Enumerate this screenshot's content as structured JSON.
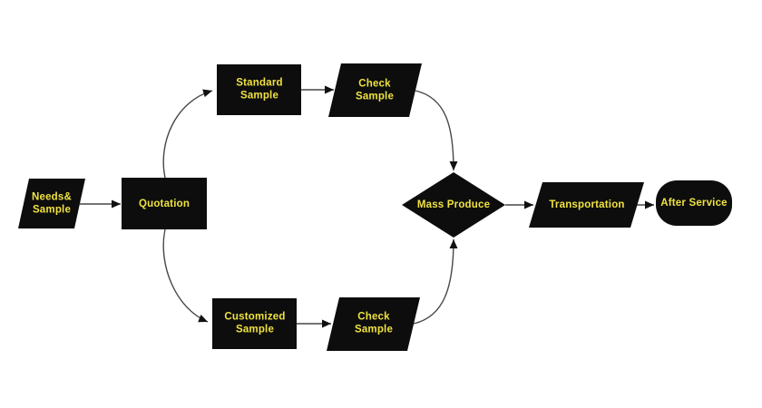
{
  "colors": {
    "background": "#ffffff",
    "node_fill": "#0d0d0d",
    "node_text": "#f0e23f",
    "edge": "#474747",
    "arrowhead": "#111111"
  },
  "nodes": {
    "needs_sample": {
      "label": "Needs&\nSample",
      "shape": "parallelogram"
    },
    "quotation": {
      "label": "Quotation",
      "shape": "rectangle"
    },
    "standard_sample": {
      "label": "Standard\nSample",
      "shape": "rectangle"
    },
    "check_sample_top": {
      "label": "Check\nSample",
      "shape": "parallelogram"
    },
    "customized_sample": {
      "label": "Customized\nSample",
      "shape": "rectangle"
    },
    "check_sample_bottom": {
      "label": "Check\nSample",
      "shape": "parallelogram"
    },
    "mass_produce": {
      "label": "Mass Produce",
      "shape": "diamond"
    },
    "transportation": {
      "label": "Transportation",
      "shape": "parallelogram"
    },
    "after_service": {
      "label": "After Service",
      "shape": "terminator"
    }
  },
  "edges": [
    {
      "from": "needs_sample",
      "to": "quotation"
    },
    {
      "from": "quotation",
      "to": "standard_sample"
    },
    {
      "from": "quotation",
      "to": "customized_sample"
    },
    {
      "from": "standard_sample",
      "to": "check_sample_top"
    },
    {
      "from": "check_sample_top",
      "to": "mass_produce"
    },
    {
      "from": "customized_sample",
      "to": "check_sample_bottom"
    },
    {
      "from": "check_sample_bottom",
      "to": "mass_produce"
    },
    {
      "from": "mass_produce",
      "to": "transportation"
    },
    {
      "from": "transportation",
      "to": "after_service"
    }
  ]
}
